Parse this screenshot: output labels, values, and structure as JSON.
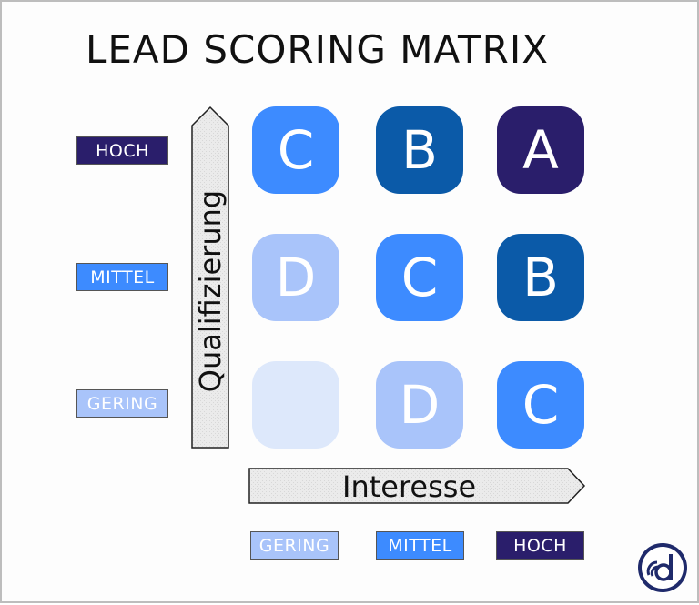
{
  "title": "LEAD SCORING MATRIX",
  "y_axis": {
    "label": "Qualifizierung",
    "levels": [
      {
        "label": "HOCH",
        "color": "#2a1e6b"
      },
      {
        "label": "MITTEL",
        "color": "#3d8bff"
      },
      {
        "label": "GERING",
        "color": "#a9c4fa"
      }
    ]
  },
  "x_axis": {
    "label": "Interesse",
    "levels": [
      {
        "label": "GERING",
        "color": "#a9c4fa"
      },
      {
        "label": "MITTEL",
        "color": "#3d8bff"
      },
      {
        "label": "HOCH",
        "color": "#2a1e6b"
      }
    ]
  },
  "matrix": {
    "rows": [
      [
        {
          "grade": "C",
          "color": "#3d8bff"
        },
        {
          "grade": "B",
          "color": "#0b5aa8"
        },
        {
          "grade": "A",
          "color": "#2a1e6b"
        }
      ],
      [
        {
          "grade": "D",
          "color": "#a9c4fa"
        },
        {
          "grade": "C",
          "color": "#3d8bff"
        },
        {
          "grade": "B",
          "color": "#0b5aa8"
        }
      ],
      [
        {
          "grade": "",
          "color": "#dde8fb"
        },
        {
          "grade": "D",
          "color": "#a9c4fa"
        },
        {
          "grade": "C",
          "color": "#3d8bff"
        }
      ]
    ]
  },
  "logo": {
    "icon": "d-logo-icon",
    "color": "#1f2a6b"
  }
}
